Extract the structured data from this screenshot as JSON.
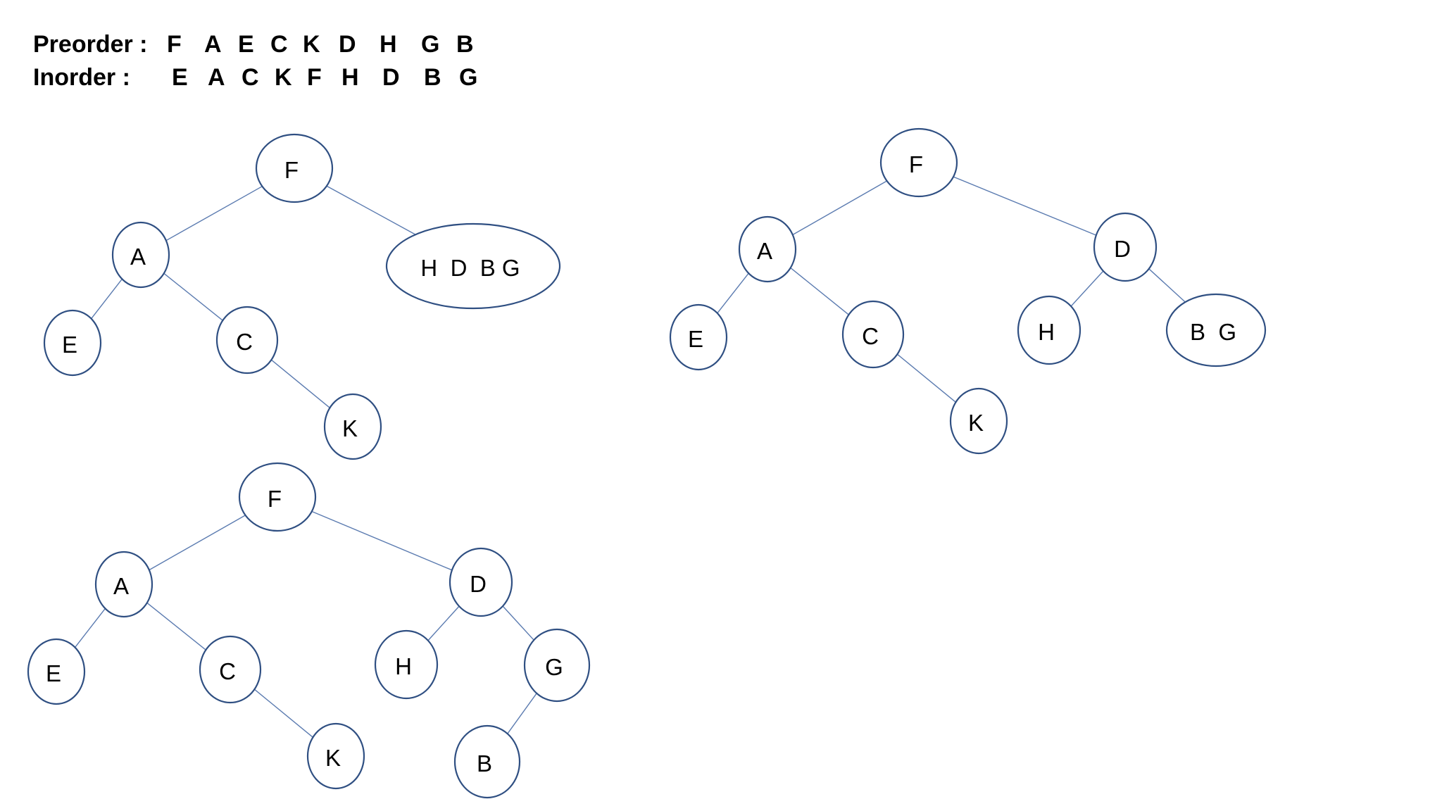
{
  "sequences": {
    "preorder": {
      "label": "Preorder :",
      "items": [
        "F",
        "A",
        "E",
        "C",
        "K",
        "D",
        "H",
        "G",
        "B"
      ]
    },
    "inorder": {
      "label": "Inorder   :",
      "items": [
        "E",
        "A",
        "C",
        "K",
        "F",
        "H",
        "D",
        "B",
        "G"
      ]
    }
  },
  "colors": {
    "node_border": "#2f4f82",
    "edge": "#5b7bb0",
    "text": "#000000"
  },
  "trees": [
    {
      "id": "step-1",
      "nodes": [
        {
          "id": "F",
          "label": "F"
        },
        {
          "id": "A",
          "label": "A"
        },
        {
          "id": "HDBG",
          "label": "H  D  B G"
        },
        {
          "id": "E",
          "label": "E"
        },
        {
          "id": "C",
          "label": "C"
        },
        {
          "id": "K",
          "label": "K"
        }
      ],
      "edges": [
        [
          "F",
          "A"
        ],
        [
          "F",
          "HDBG"
        ],
        [
          "A",
          "E"
        ],
        [
          "A",
          "C"
        ],
        [
          "C",
          "K"
        ]
      ]
    },
    {
      "id": "step-2",
      "nodes": [
        {
          "id": "F",
          "label": "F"
        },
        {
          "id": "A",
          "label": "A"
        },
        {
          "id": "D",
          "label": "D"
        },
        {
          "id": "E",
          "label": "E"
        },
        {
          "id": "C",
          "label": "C"
        },
        {
          "id": "K",
          "label": "K"
        },
        {
          "id": "H",
          "label": "H"
        },
        {
          "id": "BG",
          "label": "B  G"
        }
      ],
      "edges": [
        [
          "F",
          "A"
        ],
        [
          "F",
          "D"
        ],
        [
          "A",
          "E"
        ],
        [
          "A",
          "C"
        ],
        [
          "C",
          "K"
        ],
        [
          "D",
          "H"
        ],
        [
          "D",
          "BG"
        ]
      ]
    },
    {
      "id": "step-3",
      "nodes": [
        {
          "id": "F",
          "label": "F"
        },
        {
          "id": "A",
          "label": "A"
        },
        {
          "id": "D",
          "label": "D"
        },
        {
          "id": "E",
          "label": "E"
        },
        {
          "id": "C",
          "label": "C"
        },
        {
          "id": "K",
          "label": "K"
        },
        {
          "id": "H",
          "label": "H"
        },
        {
          "id": "G",
          "label": "G"
        },
        {
          "id": "B",
          "label": "B"
        }
      ],
      "edges": [
        [
          "F",
          "A"
        ],
        [
          "F",
          "D"
        ],
        [
          "A",
          "E"
        ],
        [
          "A",
          "C"
        ],
        [
          "C",
          "K"
        ],
        [
          "D",
          "H"
        ],
        [
          "D",
          "G"
        ],
        [
          "G",
          "B"
        ]
      ]
    }
  ]
}
